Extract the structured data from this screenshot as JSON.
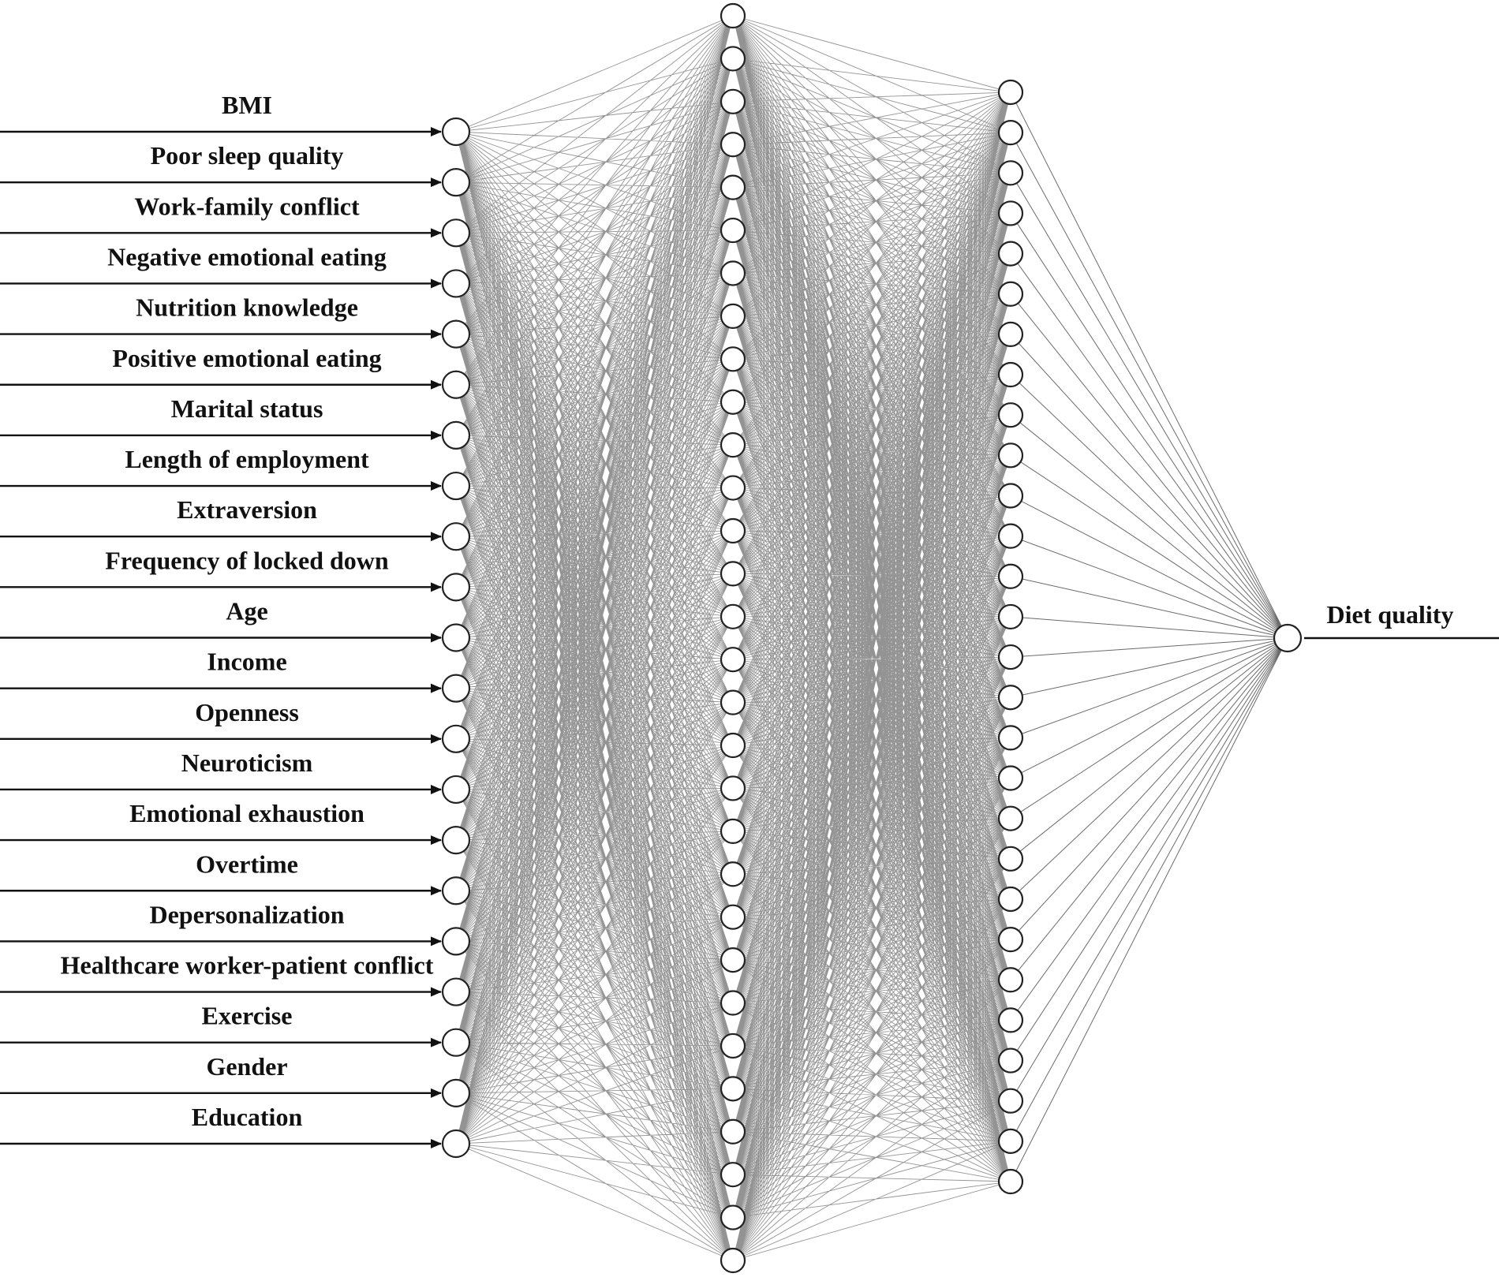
{
  "diagram": {
    "inputs": [
      "BMI",
      "Poor sleep quality",
      "Work-family conflict",
      "Negative emotional eating",
      "Nutrition knowledge",
      "Positive emotional eating",
      "Marital status",
      "Length of employment",
      "Extraversion",
      "Frequency of locked down",
      "Age",
      "Income",
      "Openness",
      "Neuroticism",
      "Emotional exhaustion",
      "Overtime",
      "Depersonalization",
      "Healthcare worker-patient conflict",
      "Exercise",
      "Gender",
      "Education"
    ],
    "hidden_layer_1_nodes": 30,
    "hidden_layer_2_nodes": 28,
    "output": "Diet quality"
  }
}
